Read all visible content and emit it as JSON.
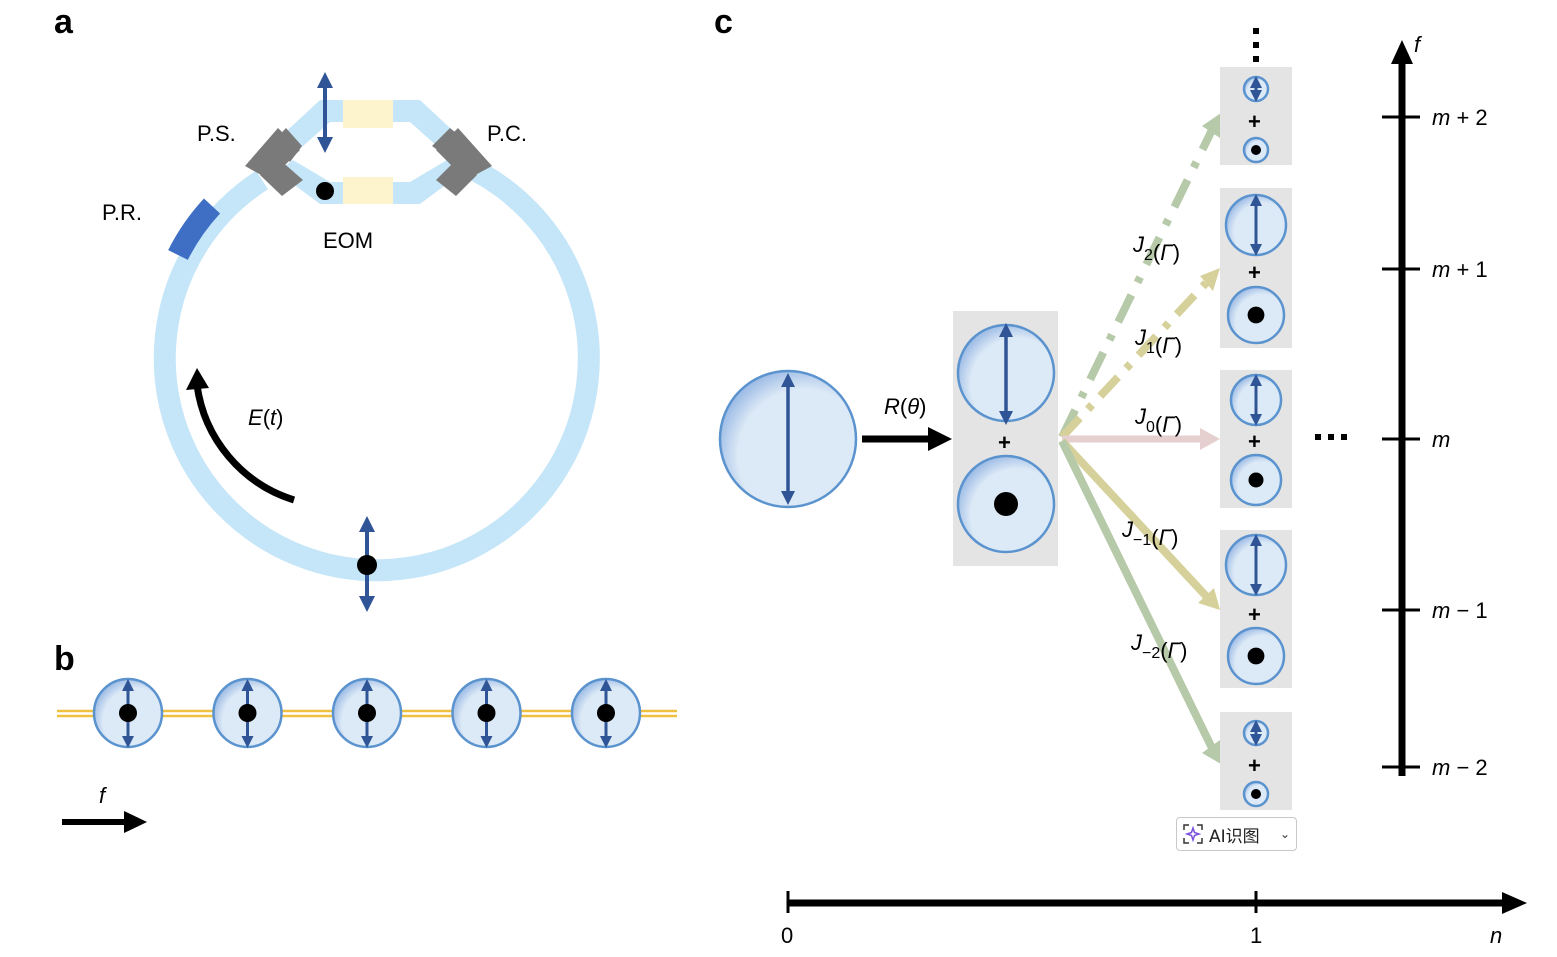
{
  "panels": {
    "a": {
      "label": "a",
      "components": {
        "polarization_switch": "P.S.",
        "polarization_controller": "P.C.",
        "polarization_rotator": "P.R.",
        "modulator": "EOM"
      },
      "field_label": "E(t)",
      "field_label_parts": {
        "symbol": "E",
        "open": "(",
        "var": "t",
        "close": ")"
      }
    },
    "b": {
      "label": "b",
      "axis_label": "f",
      "mode_count": 5
    },
    "c": {
      "label": "c",
      "rotation_label": {
        "symbol": "R",
        "open": "(",
        "var": "θ",
        "close": ")"
      },
      "plus_sign": "+",
      "couplings": [
        {
          "symbol": "J",
          "sub": "2",
          "arg": "(Γ)",
          "style": "dash-dot",
          "target": "m + 2",
          "color": "#b6c9a8"
        },
        {
          "symbol": "J",
          "sub": "1",
          "arg": "(Γ)",
          "style": "dashed",
          "target": "m + 1",
          "color": "#d6d19a"
        },
        {
          "symbol": "J",
          "sub": "0",
          "arg": "(Γ)",
          "style": "solid",
          "target": "m",
          "color": "#e6cfcf"
        },
        {
          "symbol": "J",
          "sub": "−1",
          "arg": "(Γ)",
          "style": "solid",
          "target": "m − 1",
          "color": "#d6d19a"
        },
        {
          "symbol": "J",
          "sub": "−2",
          "arg": "(Γ)",
          "style": "solid",
          "target": "m − 2",
          "color": "#b6c9a8"
        }
      ],
      "ellipsis_horizontal": "···",
      "ellipsis_vertical": "⋮",
      "f_axis": {
        "label": "f",
        "ticks": [
          {
            "var": "m",
            "op": "+",
            "num": "2"
          },
          {
            "var": "m",
            "op": "+",
            "num": "1"
          },
          {
            "var": "m",
            "op": "",
            "num": ""
          },
          {
            "var": "m",
            "op": "−",
            "num": "1"
          },
          {
            "var": "m",
            "op": "−",
            "num": "2"
          }
        ]
      },
      "n_axis": {
        "label": "n",
        "ticks": [
          "0",
          "1"
        ]
      }
    }
  },
  "overlay": {
    "ai_button_label": "AI识图",
    "colors": {
      "accent": "#7b4fe0"
    }
  },
  "colors": {
    "waveguide": "#c5e6f8",
    "eom": "#fdf3cd",
    "coupler": "#7a7a7a",
    "rotator": "#3f6fc4",
    "arrow_blue": "#2f5597",
    "mode_fill": "#dce9f6",
    "mode_stroke": "#5b93cf",
    "box": "#e4e4e4",
    "fiber": "#f0c040"
  }
}
